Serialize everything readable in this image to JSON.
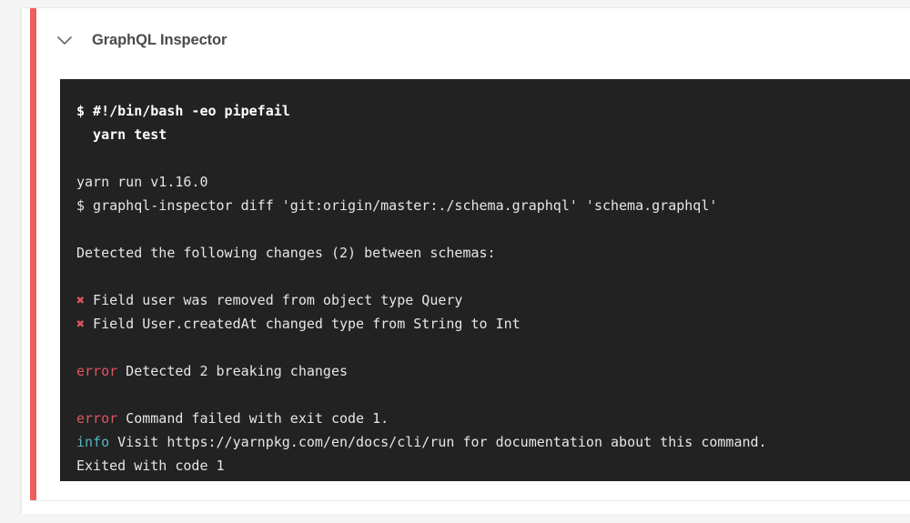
{
  "page": {
    "background_color": "#f4f4f4"
  },
  "card": {
    "background_color": "#ffffff",
    "status_rail_color": "#ef5e5e",
    "header": {
      "toggle_icon": "chevron-down-icon",
      "title": "GraphQL Inspector"
    }
  },
  "terminal": {
    "background_color": "#222222",
    "default_text_color": "#e6e6e6",
    "error_color": "#e05561",
    "info_color": "#56b6c2",
    "lines": [
      {
        "id": "cmd-1",
        "style": "cmd",
        "text": "$ #!/bin/bash -eo pipefail"
      },
      {
        "id": "cmd-2",
        "style": "cmd",
        "text": "  yarn test"
      },
      {
        "id": "blank-1",
        "style": "blank",
        "text": ""
      },
      {
        "id": "out-1",
        "style": "plain",
        "text": "yarn run v1.16.0"
      },
      {
        "id": "out-2",
        "style": "plain",
        "text": "$ graphql-inspector diff 'git:origin/master:./schema.graphql' 'schema.graphql'"
      },
      {
        "id": "blank-2",
        "style": "blank",
        "text": ""
      },
      {
        "id": "out-3",
        "style": "plain",
        "text": "Detected the following changes (2) between schemas:"
      },
      {
        "id": "blank-3",
        "style": "blank",
        "text": ""
      },
      {
        "id": "change-1",
        "style": "cross",
        "marker": "✖",
        "text": " Field user was removed from object type Query"
      },
      {
        "id": "change-2",
        "style": "cross",
        "marker": "✖",
        "text": " Field User.createdAt changed type from String to Int"
      },
      {
        "id": "blank-4",
        "style": "blank",
        "text": ""
      },
      {
        "id": "err-1",
        "style": "label",
        "label": "error",
        "label_kind": "error",
        "text": " Detected 2 breaking changes"
      },
      {
        "id": "blank-5",
        "style": "blank",
        "text": ""
      },
      {
        "id": "err-2",
        "style": "label",
        "label": "error",
        "label_kind": "error",
        "text": " Command failed with exit code 1."
      },
      {
        "id": "info-1",
        "style": "label",
        "label": "info",
        "label_kind": "info",
        "text": " Visit https://yarnpkg.com/en/docs/cli/run for documentation about this command."
      },
      {
        "id": "out-4",
        "style": "plain",
        "text": "Exited with code 1"
      }
    ]
  }
}
